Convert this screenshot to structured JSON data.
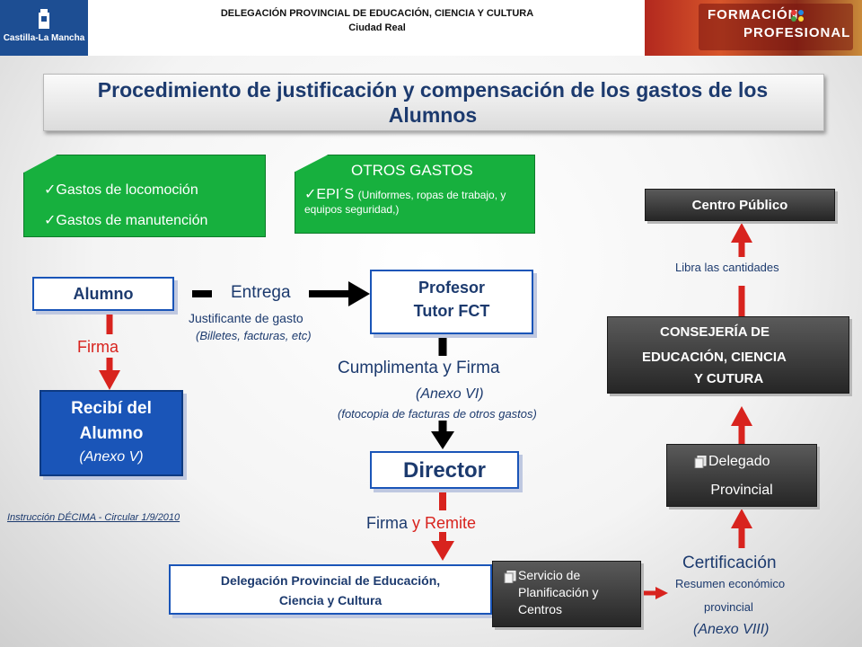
{
  "header": {
    "logo_left_text": "Castilla-La Mancha",
    "line1": "DELEGACIÓN PROVINCIAL DE EDUCACIÓN, CIENCIA Y CULTURA",
    "line2": "Ciudad Real",
    "logo_right_word1": "FORMACIÓN",
    "logo_right_word2": "PROFESIONAL"
  },
  "title": "Procedimiento de justificación y compensación de los gastos de los Alumnos",
  "green_left": {
    "items": [
      "Gastos de locomoción",
      "Gastos de manutención"
    ]
  },
  "green_right": {
    "heading": "OTROS GASTOS",
    "item_main": "EPI´S",
    "item_detail": "(Uniformes, ropas de trabajo, y equipos seguridad,)"
  },
  "nodes": {
    "alumno": "Alumno",
    "profesor_line1": "Profesor",
    "profesor_line2": "Tutor FCT",
    "recibi_line1": "Recibí del",
    "recibi_line2": "Alumno",
    "recibi_line3": "(Anexo V)",
    "director": "Director",
    "delegacion_line1": "Delegación Provincial de Educación,",
    "delegacion_line2": "Ciencia y Cultura",
    "servicio_line1": "Servicio de",
    "servicio_line2": "Planificación y",
    "servicio_line3": "Centros",
    "delegado_line1": "Delegado",
    "delegado_line2": "Provincial",
    "consejeria_line1": "CONSEJERÍA DE",
    "consejeria_line2": "EDUCACIÓN, CIENCIA",
    "consejeria_line3": "Y CUTURA",
    "centro": "Centro Público"
  },
  "labels": {
    "entrega": "Entrega",
    "justificante": "Justificante de gasto",
    "billetes": "(Billetes, facturas, etc)",
    "firma": "Firma",
    "cumplimenta": "Cumplimenta y Firma",
    "anexo_vi": "(Anexo VI)",
    "fotocopia": "(fotocopia de facturas de otros gastos)",
    "firma_word": "Firma",
    "y_word": "y",
    "remite_word": "Remite",
    "instruccion": "Instrucción DÉCIMA - Circular 1/9/2010",
    "libra": "Libra las cantidades",
    "certificacion": "Certificación",
    "resumen_line1": "Resumen económico",
    "resumen_line2": "provincial",
    "anexo_viii": "(Anexo VIII)"
  },
  "colors": {
    "blue": "#1a55b8",
    "green": "#17b03e",
    "red": "#d8231e",
    "dark": "#2e2e2e",
    "title_text": "#1c3a6e"
  }
}
